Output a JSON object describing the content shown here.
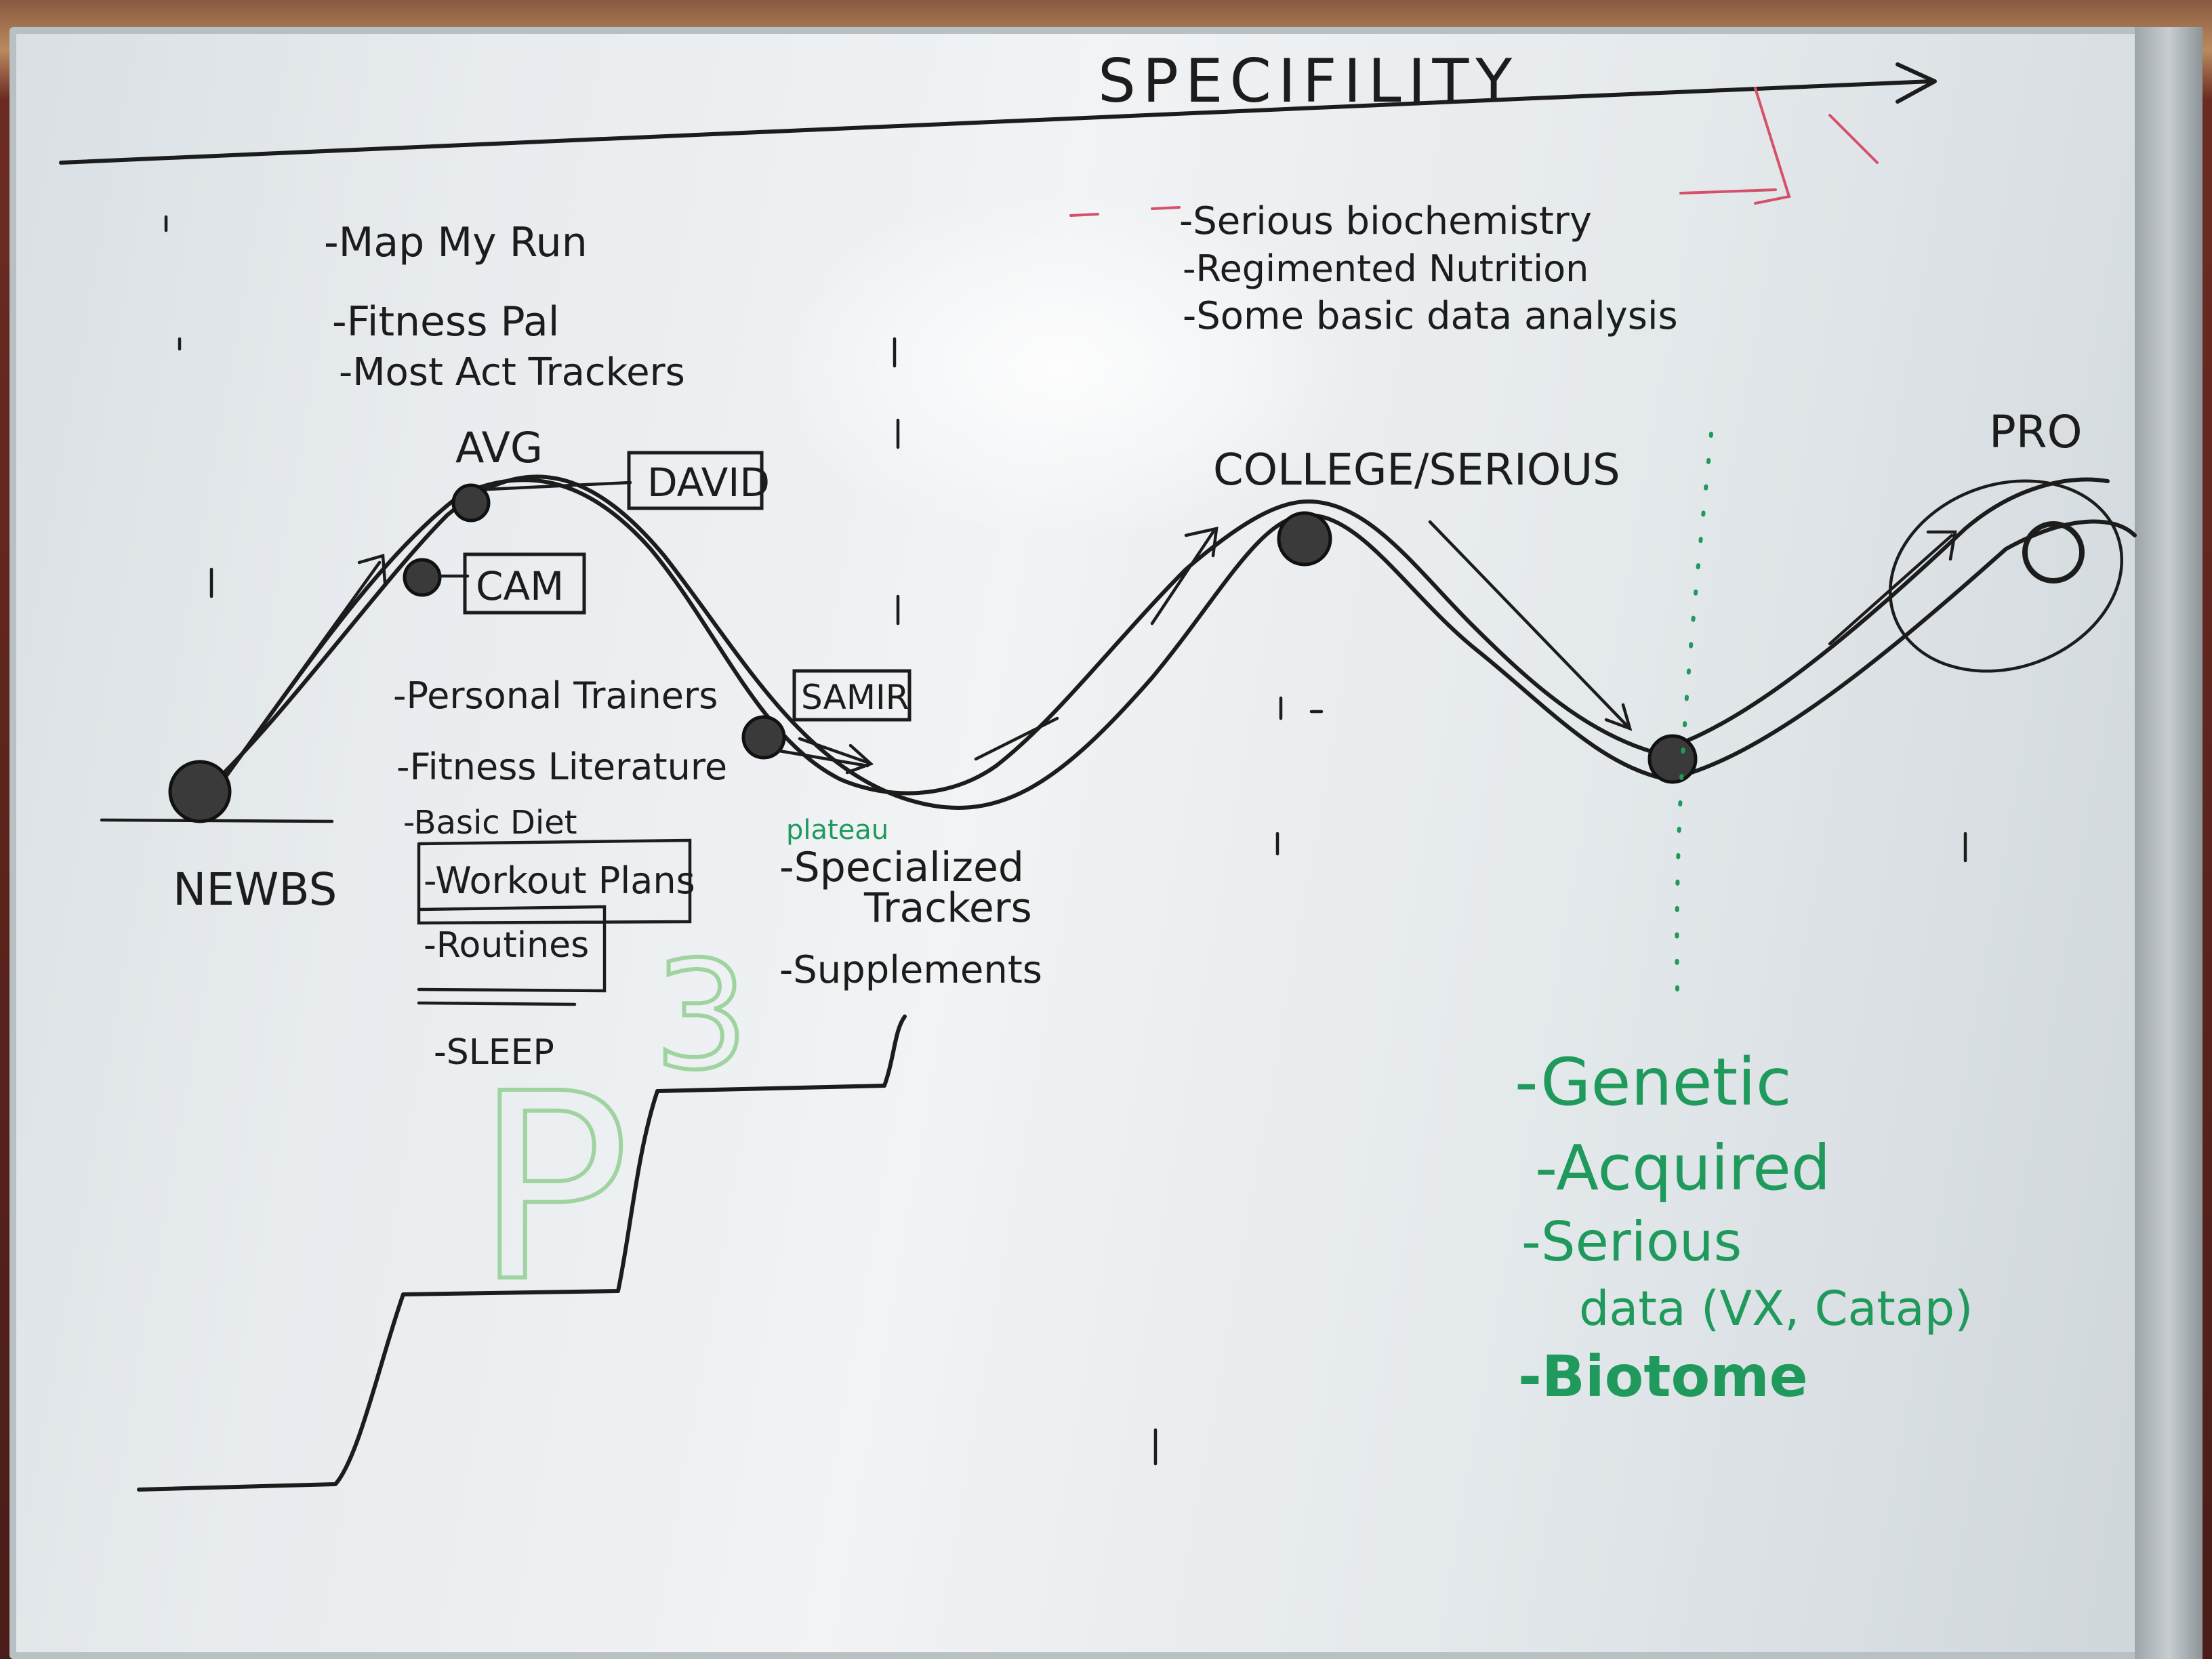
{
  "axis": {
    "title": "SPECIFILITY"
  },
  "stages": {
    "newbs": "NEWBS",
    "avg": "AVG",
    "college": "COLLEGE/SERIOUS",
    "pro": "PRO"
  },
  "people": {
    "david": "DAVID",
    "cam": "CAM",
    "samir": "SAMIR"
  },
  "plateau_label": "plateau",
  "avg_tools": [
    "-Map My Run",
    "-Fitness Pal",
    "-Most Act Trackers"
  ],
  "newbs_resources": [
    "-Personal Trainers",
    "-Fitness Literature",
    "-Basic Diet",
    "-Workout Plans",
    "-Routines",
    "-SLEEP"
  ],
  "plateau_resources": [
    "-Specialized",
    "Trackers",
    "-Supplements"
  ],
  "college_notes": [
    "-Serious biochemistry",
    "-Regimented Nutrition",
    "-Some basic data analysis"
  ],
  "pro_notes": [
    "-Genetic",
    "-Acquired",
    "-Serious",
    "data (VX, Catap)",
    "-Biotome"
  ],
  "letters": {
    "p": "P",
    "three": "3"
  },
  "colors": {
    "ink": "#1c1c1c",
    "green_marker": "#1f9a5c",
    "pale_green": "#9fd39f",
    "red_marker": "#d6506a"
  }
}
